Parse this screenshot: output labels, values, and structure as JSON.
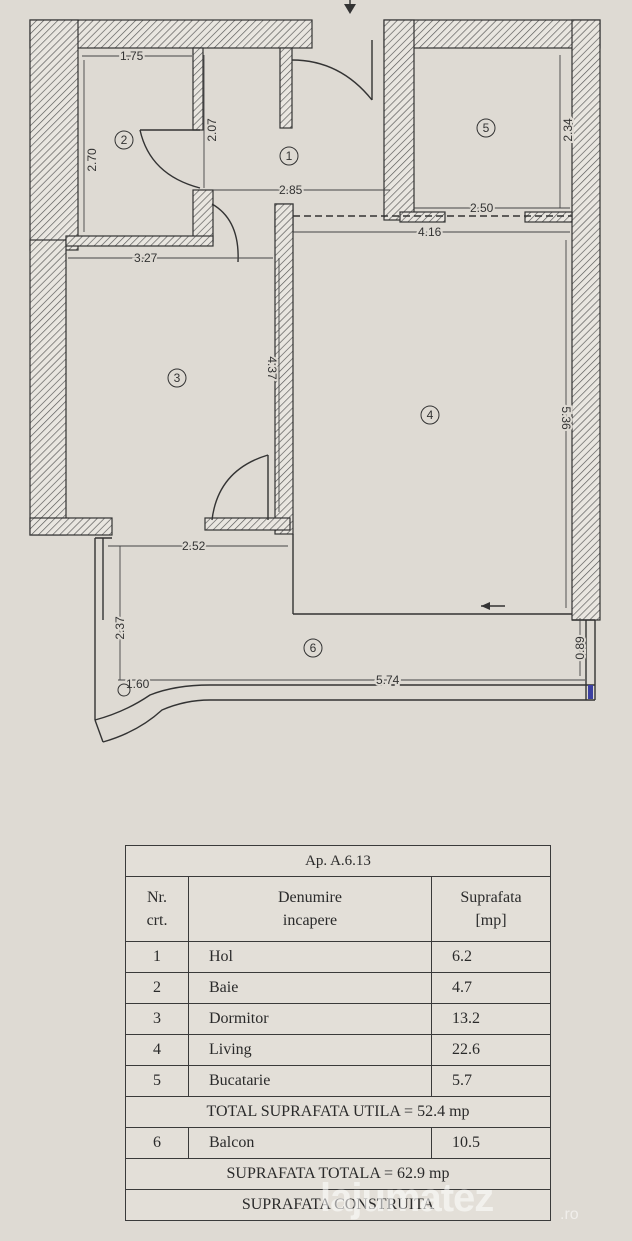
{
  "plan": {
    "rooms": [
      {
        "id": "1",
        "label": "1"
      },
      {
        "id": "2",
        "label": "2"
      },
      {
        "id": "3",
        "label": "3"
      },
      {
        "id": "4",
        "label": "4"
      },
      {
        "id": "5",
        "label": "5"
      },
      {
        "id": "6",
        "label": "6"
      }
    ],
    "dimensions": {
      "d175": "1.75",
      "d270": "2.70",
      "d207": "2.07",
      "d285": "2.85",
      "d234": "2.34",
      "d250": "2.50",
      "d416": "4.16",
      "d327": "3.27",
      "d437": "4.37",
      "d536": "5.36",
      "d252": "2.52",
      "d237": "2.37",
      "d160": "1.60",
      "d574": "5.74",
      "d089": "0.89"
    }
  },
  "table": {
    "title": "Ap. A.6.13",
    "headers": {
      "nr_line1": "Nr.",
      "nr_line2": "crt.",
      "name_line1": "Denumire",
      "name_line2": "incapere",
      "area_line1": "Suprafata",
      "area_line2": "[mp]"
    },
    "rows": [
      {
        "nr": "1",
        "name": "Hol",
        "area": "6.2"
      },
      {
        "nr": "2",
        "name": "Baie",
        "area": "4.7"
      },
      {
        "nr": "3",
        "name": "Dormitor",
        "area": "13.2"
      },
      {
        "nr": "4",
        "name": "Living",
        "area": "22.6"
      },
      {
        "nr": "5",
        "name": "Bucatarie",
        "area": "5.7"
      }
    ],
    "total_useful": "TOTAL SUPRAFATA UTILA = 52.4 mp",
    "balcony": {
      "nr": "6",
      "name": "Balcon",
      "area": "10.5"
    },
    "total_area": "SUPRAFATA TOTALA = 62.9 mp",
    "built_area": "SUPRAFATA CONSTRUITA"
  },
  "watermark": {
    "text": "lajumatez",
    "suffix": ".ro"
  }
}
